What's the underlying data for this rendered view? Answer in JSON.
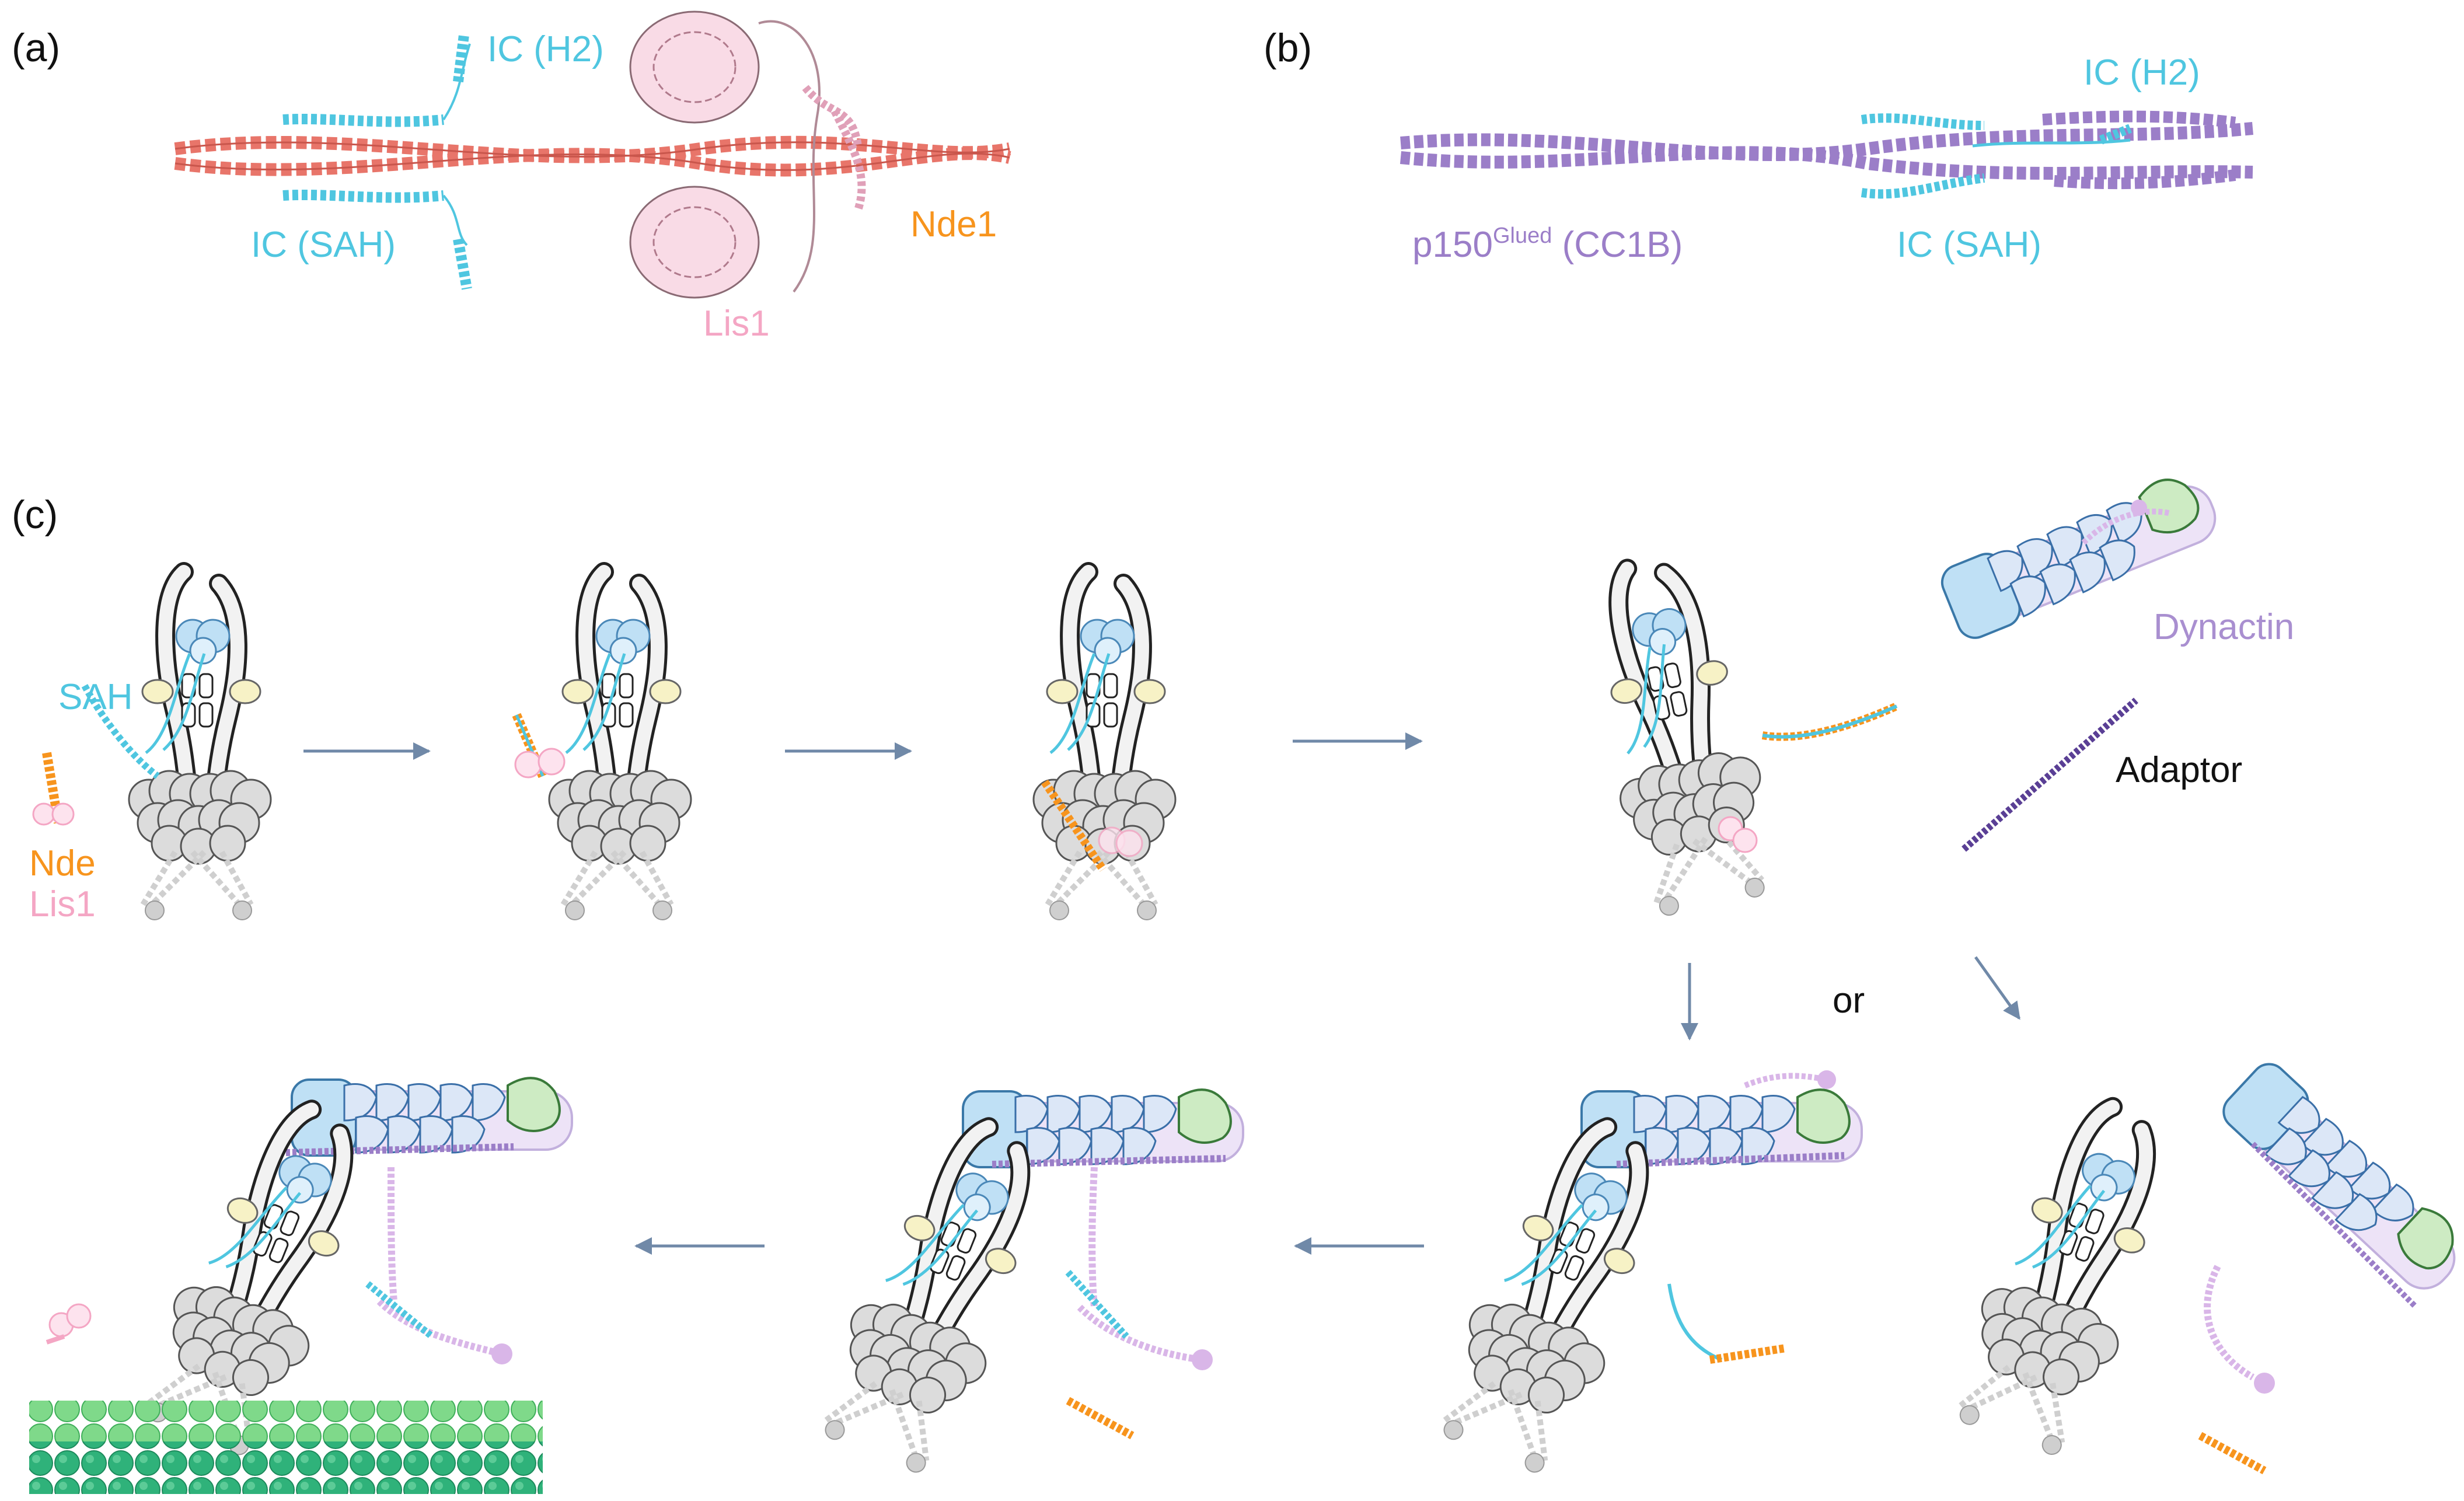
{
  "panels": {
    "a": {
      "letter": "(a)",
      "labels": {
        "ic_h2": "IC (H2)",
        "ic_sah": "IC (SAH)",
        "nde1": "Nde1",
        "lis1": "Lis1"
      }
    },
    "b": {
      "letter": "(b)",
      "labels": {
        "ic_h2": "IC (H2)",
        "ic_sah": "IC (SAH)",
        "p150_base": "p150",
        "p150_sup": "Glued",
        "p150_suffix": " (CC1B)"
      }
    },
    "c": {
      "letter": "(c)",
      "labels": {
        "sah": "SAH",
        "nde": "Nde",
        "lis1": "Lis1",
        "dynactin": "Dynactin",
        "adaptor": "Adaptor",
        "or": "or"
      }
    }
  },
  "colors": {
    "ic": "#4fc6e0",
    "nde": "#f7941d",
    "lis1": "#f4a6c4",
    "p150": "#9b7ec8",
    "dynactin": "#a98fd0",
    "nde1_helix": "#e8756a",
    "arrow": "#7089a8",
    "motor": "#d9d9d9",
    "microtubule": "#2fb27a"
  }
}
